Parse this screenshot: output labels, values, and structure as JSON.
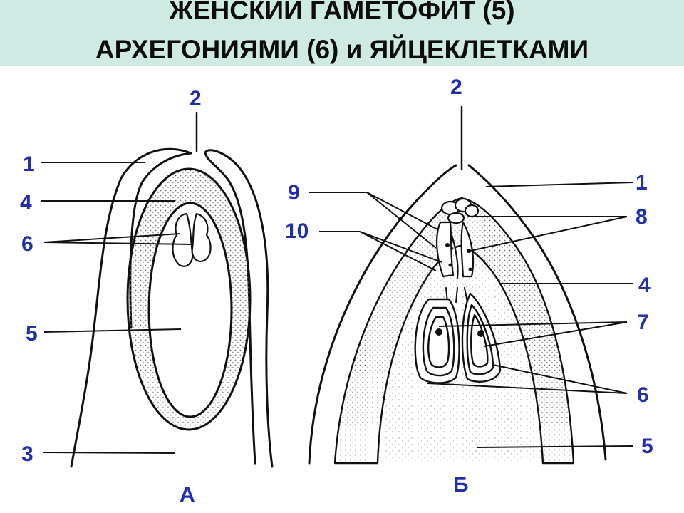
{
  "title": {
    "line1": "ЖЕНСКИЙ ГАМЕТОФИТ (5)",
    "line2": "АРХЕГОНИЯМИ (6) и ЯЙЦЕКЛЕТКАМИ"
  },
  "diagram": {
    "panel_a": {
      "letter": "А",
      "labels": {
        "l1": "1",
        "l2": "2",
        "l3": "3",
        "l4": "4",
        "l5": "5",
        "l6": "6"
      }
    },
    "panel_b": {
      "letter": "Б",
      "labels": {
        "l1": "1",
        "l2": "2",
        "l4": "4",
        "l5": "5",
        "l6": "6",
        "l7": "7",
        "l8": "8",
        "l9": "9",
        "l10": "10"
      }
    },
    "colors": {
      "label": "#1f2fb0",
      "outline": "#111111",
      "title_band": "#cfe9e3",
      "stipple": "#777777"
    }
  }
}
